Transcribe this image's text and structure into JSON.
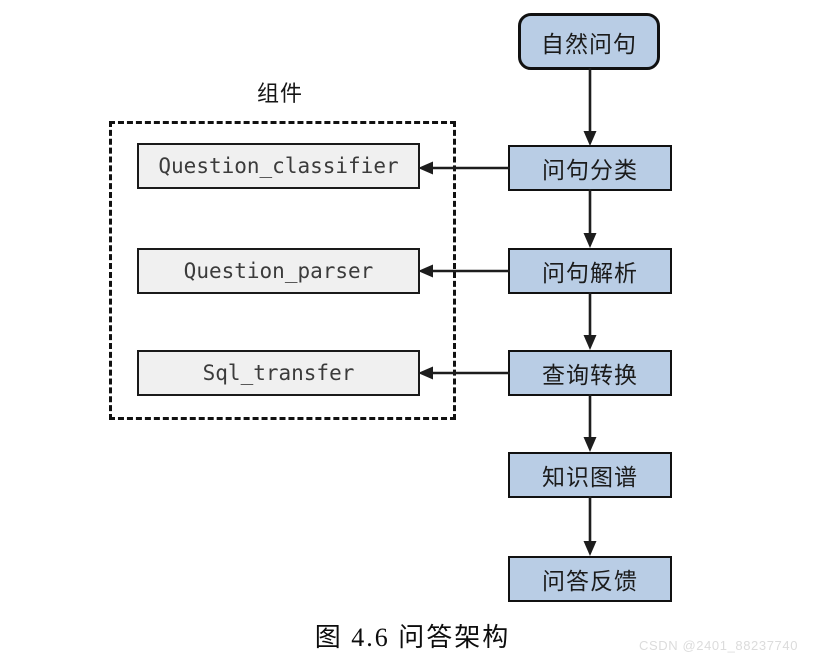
{
  "figure": {
    "caption": "图 4.6 问答架构",
    "watermark": "CSDN @2401_88237740"
  },
  "group": {
    "title": "组件",
    "components": [
      {
        "label": "Question_classifier"
      },
      {
        "label": "Question_parser"
      },
      {
        "label": "Sql_transfer"
      }
    ]
  },
  "pipeline": {
    "nodes": [
      {
        "label": "自然问句",
        "shape": "rounded-rect"
      },
      {
        "label": "问句分类",
        "shape": "rect"
      },
      {
        "label": "问句解析",
        "shape": "rect"
      },
      {
        "label": "查询转换",
        "shape": "rect"
      },
      {
        "label": "知识图谱",
        "shape": "rect"
      },
      {
        "label": "问答反馈",
        "shape": "rect"
      }
    ]
  },
  "colors": {
    "node_fill": "#b9cde5",
    "node_border": "#111111",
    "component_fill": "#f0f0f0",
    "component_border": "#1a1a1a",
    "connector": "#1d1d1d",
    "watermark": "#dcdcdc",
    "page_background": "#ffffff"
  }
}
